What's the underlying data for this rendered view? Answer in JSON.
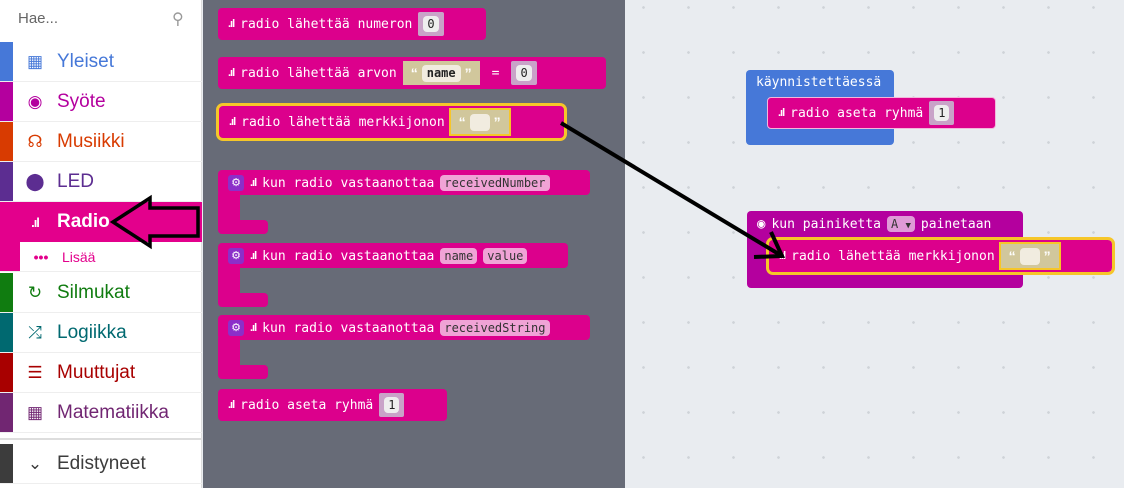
{
  "search": {
    "placeholder": "Hae..."
  },
  "categories": [
    {
      "label": "Yleiset",
      "color": "#4678d8",
      "icon": "grid-icon"
    },
    {
      "label": "Syöte",
      "color": "#b4009e",
      "icon": "target-icon"
    },
    {
      "label": "Musiikki",
      "color": "#d83b01",
      "icon": "headphones-icon"
    },
    {
      "label": "LED",
      "color": "#5c2d91",
      "icon": "toggle-icon"
    },
    {
      "label": "Radio",
      "color": "#e3008c",
      "icon": "signal-icon"
    },
    {
      "label": "Lisää",
      "color": "#e3008c",
      "icon": "more-icon"
    },
    {
      "label": "Silmukat",
      "color": "#107c10",
      "icon": "loop-icon"
    },
    {
      "label": "Logiikka",
      "color": "#006970",
      "icon": "shuffle-icon"
    },
    {
      "label": "Muuttujat",
      "color": "#a80000",
      "icon": "list-icon"
    },
    {
      "label": "Matematiikka",
      "color": "#712672",
      "icon": "calculator-icon"
    },
    {
      "label": "Edistyneet",
      "color": "#3c3c3c",
      "icon": "chevron-down-icon"
    }
  ],
  "flyout": {
    "send_number": {
      "label": "radio lähettää numeron",
      "value": "0"
    },
    "send_value": {
      "label": "radio lähettää arvon",
      "name": "name",
      "eq": "=",
      "value": "0"
    },
    "send_string": {
      "label": "radio lähettää merkkijonon",
      "value": ""
    },
    "on_number": {
      "label": "kun radio vastaanottaa",
      "param": "receivedNumber"
    },
    "on_value": {
      "label": "kun radio vastaanottaa",
      "param1": "name",
      "param2": "value"
    },
    "on_string": {
      "label": "kun radio vastaanottaa",
      "param": "receivedString"
    },
    "set_group": {
      "label": "radio aseta ryhmä",
      "value": "1"
    }
  },
  "workspace": {
    "on_start": {
      "label": "käynnistettäessä",
      "child": "radio aseta ryhmä",
      "value": "1"
    },
    "on_button": {
      "label": "kun painiketta",
      "button": "A",
      "suffix": "painetaan",
      "child": "radio lähettää merkkijonon",
      "value": ""
    }
  },
  "quotes": {
    "open": "“",
    "close": "”"
  },
  "colors": {
    "radio": "#dc008c",
    "basic": "#4678d8",
    "input": "#b4009e",
    "flyout": "#676b77"
  }
}
